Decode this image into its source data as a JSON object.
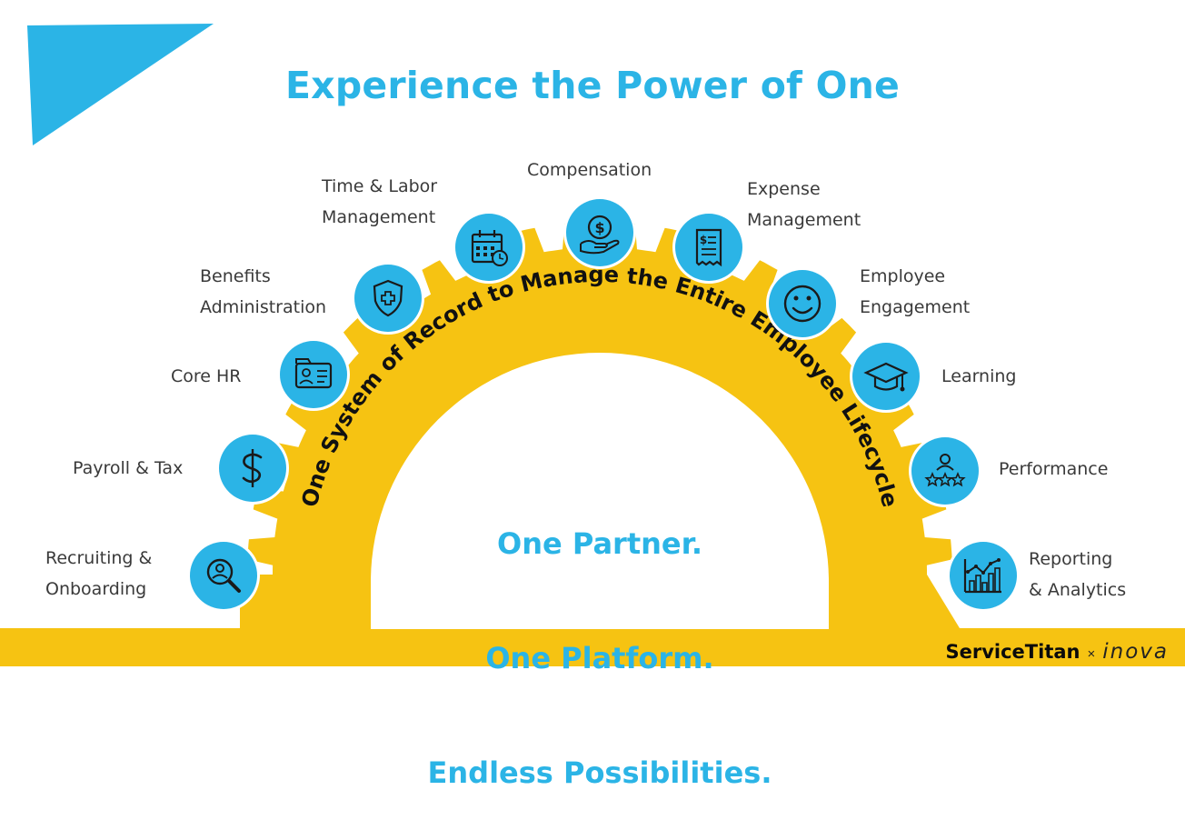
{
  "slide": {
    "title": "Experience the Power of One",
    "arc_text": "One System of Record to Manage the Entire Employee Lifecycle",
    "center_lines": [
      "One Partner.",
      "One Platform.",
      "Endless Possibilities."
    ]
  },
  "modules": [
    {
      "label": "Recruiting &\nOnboarding",
      "icon": "recruiting-search-icon"
    },
    {
      "label": "Payroll & Tax",
      "icon": "dollar-icon"
    },
    {
      "label": "Core HR",
      "icon": "id-card-icon"
    },
    {
      "label": "Benefits\nAdministration",
      "icon": "shield-plus-icon"
    },
    {
      "label": "Time & Labor\nManagement",
      "icon": "calendar-clock-icon"
    },
    {
      "label": "Compensation",
      "icon": "hand-coin-icon"
    },
    {
      "label": "Expense\nManagement",
      "icon": "receipt-icon"
    },
    {
      "label": "Employee\nEngagement",
      "icon": "smiley-icon"
    },
    {
      "label": "Learning",
      "icon": "graduation-cap-icon"
    },
    {
      "label": "Performance",
      "icon": "star-rating-icon"
    },
    {
      "label": "Reporting\n& Analytics",
      "icon": "analytics-chart-icon"
    }
  ],
  "brand": {
    "partner1": "ServiceTitan",
    "separator": "×",
    "partner2": "inova"
  },
  "colors": {
    "blue": "#2BB4E6",
    "yellow": "#F6C312",
    "text": "#3a3a3a"
  }
}
